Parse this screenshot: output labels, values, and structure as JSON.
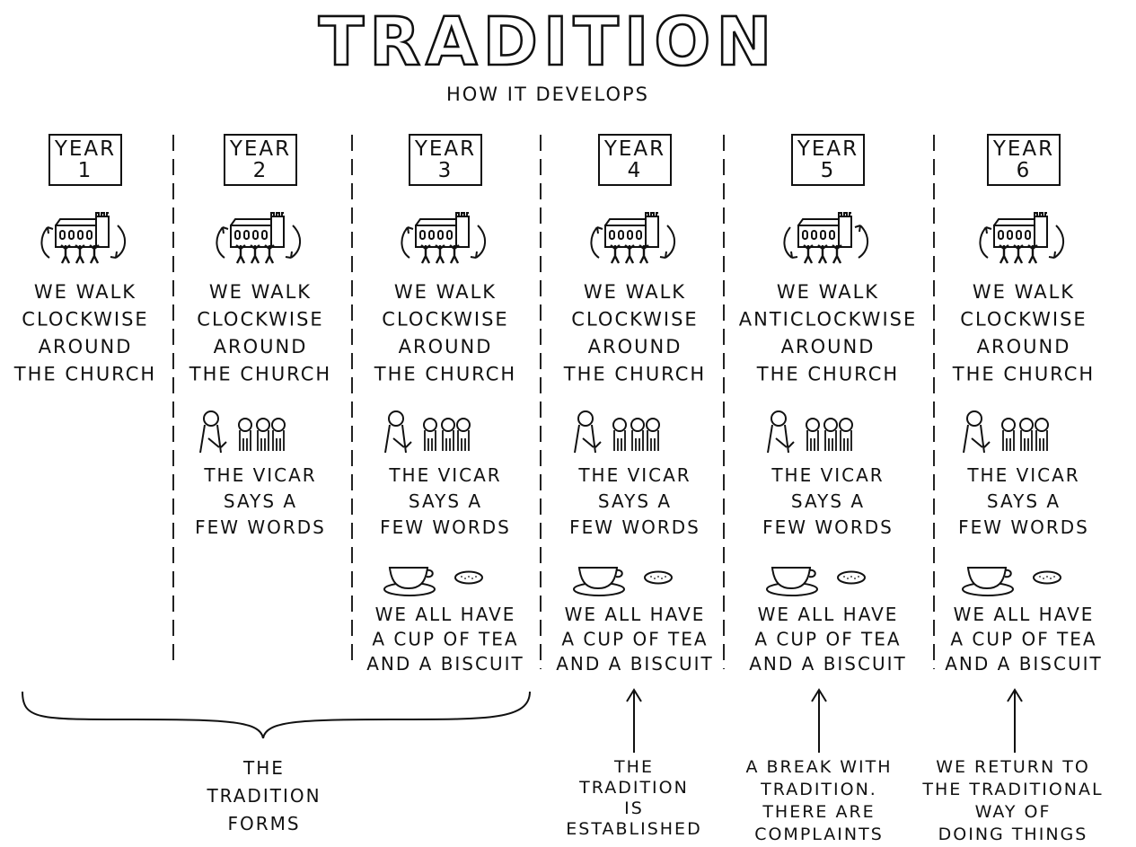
{
  "title": "TRADITION",
  "subtitle": "HOW IT DEVELOPS",
  "columns": [
    {
      "year_label": [
        "YEAR",
        "1"
      ],
      "walk": [
        "WE WALK",
        "CLOCKWISE",
        "AROUND",
        "THE CHURCH"
      ],
      "direction": "clockwise",
      "vicar": null,
      "tea": null
    },
    {
      "year_label": [
        "YEAR",
        "2"
      ],
      "walk": [
        "WE WALK",
        "CLOCKWISE",
        "AROUND",
        "THE CHURCH"
      ],
      "direction": "clockwise",
      "vicar": [
        "THE VICAR",
        "SAYS A",
        "FEW WORDS"
      ],
      "tea": null
    },
    {
      "year_label": [
        "YEAR",
        "3"
      ],
      "walk": [
        "WE WALK",
        "CLOCKWISE",
        "AROUND",
        "THE CHURCH"
      ],
      "direction": "clockwise",
      "vicar": [
        "THE VICAR",
        "SAYS A",
        "FEW WORDS"
      ],
      "tea": [
        "WE ALL HAVE",
        "A CUP OF TEA",
        "AND A BISCUIT"
      ]
    },
    {
      "year_label": [
        "YEAR",
        "4"
      ],
      "walk": [
        "WE WALK",
        "CLOCKWISE",
        "AROUND",
        "THE CHURCH"
      ],
      "direction": "clockwise",
      "vicar": [
        "THE VICAR",
        "SAYS A",
        "FEW WORDS"
      ],
      "tea": [
        "WE ALL HAVE",
        "A CUP OF TEA",
        "AND A BISCUIT"
      ]
    },
    {
      "year_label": [
        "YEAR",
        "5"
      ],
      "walk": [
        "WE WALK",
        "ANTICLOCKWISE",
        "AROUND",
        "THE CHURCH"
      ],
      "direction": "anticlockwise",
      "vicar": [
        "THE VICAR",
        "SAYS A",
        "FEW WORDS"
      ],
      "tea": [
        "WE ALL HAVE",
        "A CUP OF TEA",
        "AND A BISCUIT"
      ]
    },
    {
      "year_label": [
        "YEAR",
        "6"
      ],
      "walk": [
        "WE WALK",
        "CLOCKWISE",
        "AROUND",
        "THE CHURCH"
      ],
      "direction": "clockwise",
      "vicar": [
        "THE VICAR",
        "SAYS A",
        "FEW WORDS"
      ],
      "tea": [
        "WE ALL HAVE",
        "A CUP OF TEA",
        "AND A BISCUIT"
      ]
    }
  ],
  "annotations": {
    "forms": [
      "THE",
      "TRADITION",
      "FORMS"
    ],
    "established": [
      "THE",
      "TRADITION",
      "IS",
      "ESTABLISHED"
    ],
    "break": [
      "A BREAK WITH",
      "TRADITION.",
      "THERE ARE",
      "COMPLAINTS"
    ],
    "return": [
      "WE RETURN TO",
      "THE TRADITIONAL",
      "WAY OF",
      "DOING THINGS"
    ]
  }
}
